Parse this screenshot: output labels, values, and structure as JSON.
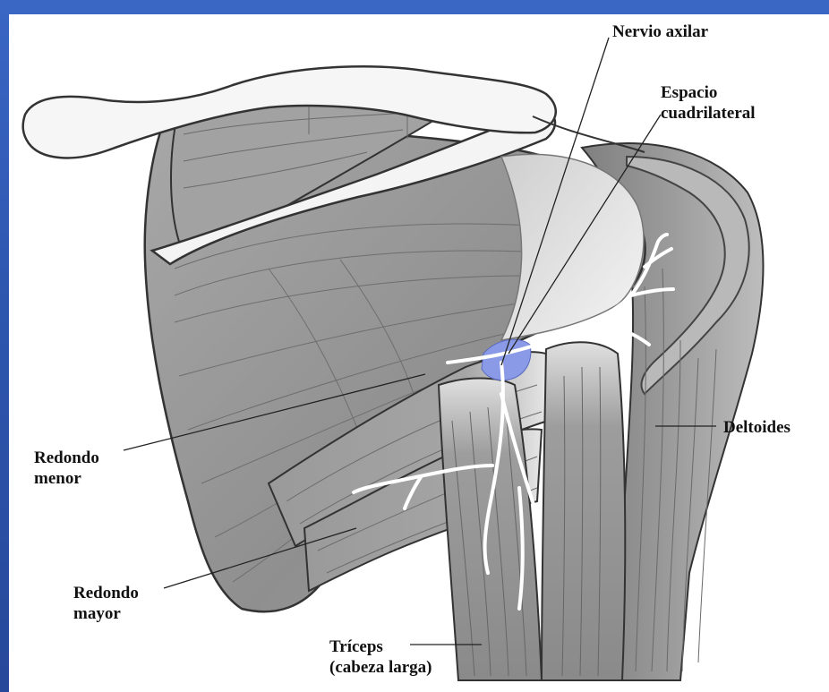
{
  "labels": {
    "nervio_axilar": "Nervio axilar",
    "espacio_line1": "Espacio",
    "espacio_line2": "cuadrilateral",
    "deltoides": "Deltoides",
    "redondo_menor_line1": "Redondo",
    "redondo_menor_line2": "menor",
    "redondo_mayor_line1": "Redondo",
    "redondo_mayor_line2": "mayor",
    "triceps_line1": "Tríceps",
    "triceps_line2": "(cabeza larga)"
  },
  "colors": {
    "background": "#2c4f9e",
    "panel": "#ffffff",
    "muscle": "#9a9a9a",
    "muscle_light": "#c4c4c4",
    "bone": "#f4f4f4",
    "nerve": "#ffffff",
    "space_highlight": "#8a9ae6",
    "outline": "#333333"
  }
}
